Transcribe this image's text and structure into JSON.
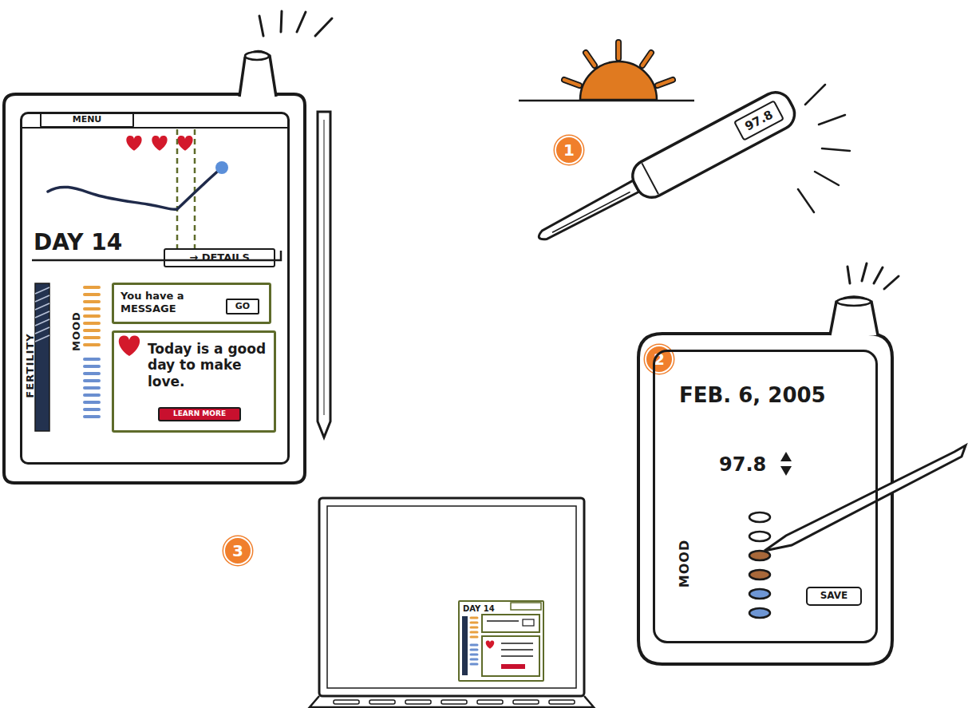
{
  "diagram": {
    "nodes": [
      {
        "text": [
          "DAY 14",
          "FERTILITY",
          "MOOD"
        ]
      },
      {
        "text": [
          "MENU"
        ],
        "in": 0
      },
      {
        "text": [
          "→ DETAILS"
        ],
        "in": 0
      },
      {
        "text": [
          "You have a MESSAGE"
        ],
        "in": 0
      },
      {
        "text": [
          "GO"
        ],
        "in": 3
      },
      {
        "text": [
          "Today is a good day to make love."
        ],
        "in": 0
      },
      {
        "text": [
          "LEARN MORE"
        ],
        "in": 5
      },
      {
        "text": [
          "1"
        ]
      },
      {
        "text": [
          "97.8"
        ]
      },
      {
        "text": [
          "2"
        ]
      },
      {
        "text": [
          "FEB. 6, 2005",
          "97.8",
          "MOOD"
        ]
      },
      {
        "text": [
          "SAVE"
        ],
        "in": 10
      },
      {
        "text": [
          "3"
        ]
      },
      {
        "text": [
          "DAY 14"
        ]
      }
    ]
  }
}
